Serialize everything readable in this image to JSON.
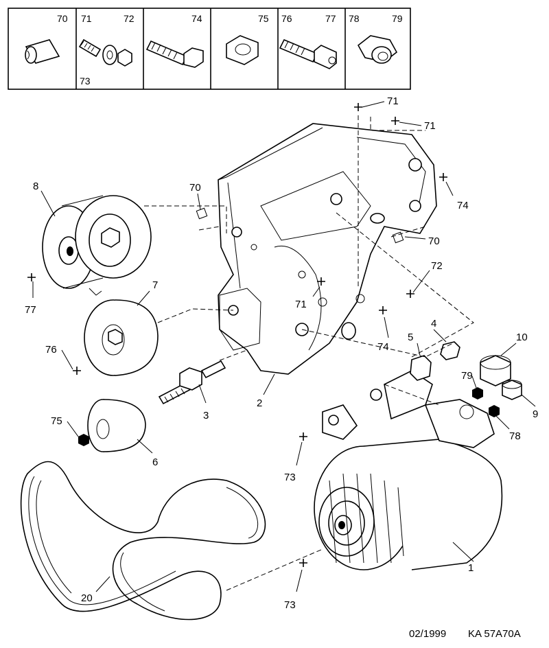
{
  "legend_row": {
    "cells": [
      {
        "ids": [
          "70"
        ]
      },
      {
        "ids": [
          "71",
          "72",
          "73"
        ]
      },
      {
        "ids": [
          "74"
        ]
      },
      {
        "ids": [
          "75"
        ]
      },
      {
        "ids": [
          "76",
          "77"
        ]
      },
      {
        "ids": [
          "78",
          "79"
        ]
      }
    ]
  },
  "callouts": {
    "c1": "1",
    "c2": "2",
    "c3": "3",
    "c4": "4",
    "c5": "5",
    "c6": "6",
    "c7": "7",
    "c8": "8",
    "c9": "9",
    "c10": "10",
    "c20": "20",
    "c70a": "70",
    "c70b": "70",
    "c71a": "71",
    "c71b": "71",
    "c71c": "71",
    "c72": "72",
    "c73a": "73",
    "c73b": "73",
    "c74a": "74",
    "c74b": "74",
    "c75": "75",
    "c76": "76",
    "c77": "77",
    "c78": "78",
    "c79": "79"
  },
  "footer": {
    "date": "02/1999",
    "ref": "KA 57A70A"
  }
}
